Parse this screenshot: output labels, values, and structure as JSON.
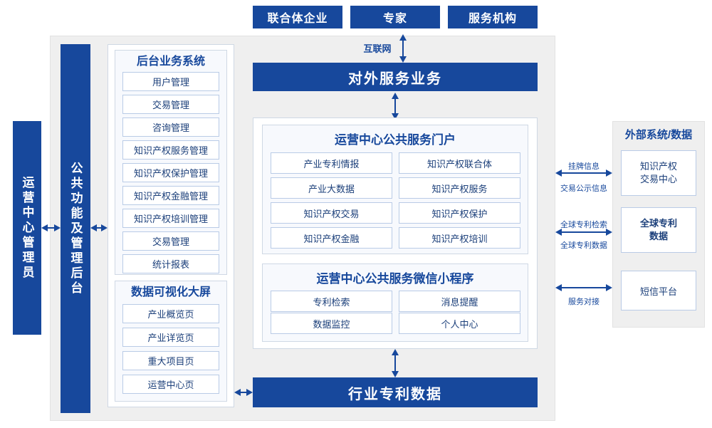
{
  "top_actors": [
    {
      "label": "联合体企业"
    },
    {
      "label": "专家"
    },
    {
      "label": "服务机构"
    }
  ],
  "internet_label": "互联网",
  "external_service": {
    "title": "对外服务业务"
  },
  "left_roles": [
    {
      "label": "运营中心管理员"
    },
    {
      "label": "公共功能及管理后台"
    }
  ],
  "backend_system": {
    "title": "后台业务系统",
    "items": [
      {
        "label": "用户管理"
      },
      {
        "label": "交易管理"
      },
      {
        "label": "咨询管理"
      },
      {
        "label": "知识产权服务管理"
      },
      {
        "label": "知识产权保护管理"
      },
      {
        "label": "知识产权金融管理"
      },
      {
        "label": "知识产权培训管理"
      },
      {
        "label": "交易管理"
      },
      {
        "label": "统计报表"
      }
    ]
  },
  "visual_screen": {
    "title": "数据可视化大屏",
    "items": [
      {
        "label": "产业概览页"
      },
      {
        "label": "产业详览页"
      },
      {
        "label": "重大项目页"
      },
      {
        "label": "运营中心页"
      }
    ]
  },
  "portal": {
    "title": "运营中心公共服务门户",
    "items": [
      {
        "label": "产业专利情报"
      },
      {
        "label": "知识产权联合体"
      },
      {
        "label": "产业大数据"
      },
      {
        "label": "知识产权服务"
      },
      {
        "label": "知识产权交易"
      },
      {
        "label": "知识产权保护"
      },
      {
        "label": "知识产权金融"
      },
      {
        "label": "知识产权培训"
      }
    ]
  },
  "miniprogram": {
    "title": "运营中心公共服务微信小程序",
    "items": [
      {
        "label": "专利检索"
      },
      {
        "label": "消息提醒"
      },
      {
        "label": "数据监控"
      },
      {
        "label": "个人中心"
      }
    ]
  },
  "industry_data": {
    "title": "行业专利数据"
  },
  "external": {
    "title": "外部系统/数据",
    "items": [
      {
        "label": "知识产权\n交易中心"
      },
      {
        "label": "全球专利\n数据"
      },
      {
        "label": "短信平台"
      }
    ],
    "connector_labels": [
      {
        "label": "挂牌信息"
      },
      {
        "label": "交易公示信息"
      },
      {
        "label": "全球专利检索"
      },
      {
        "label": "全球专利数据"
      },
      {
        "label": "服务对接"
      }
    ]
  },
  "colors": {
    "brand": "#17489c",
    "light_fill": "#f2f6fc",
    "border": "#b9cbe6",
    "gray_bg": "#efefef"
  }
}
